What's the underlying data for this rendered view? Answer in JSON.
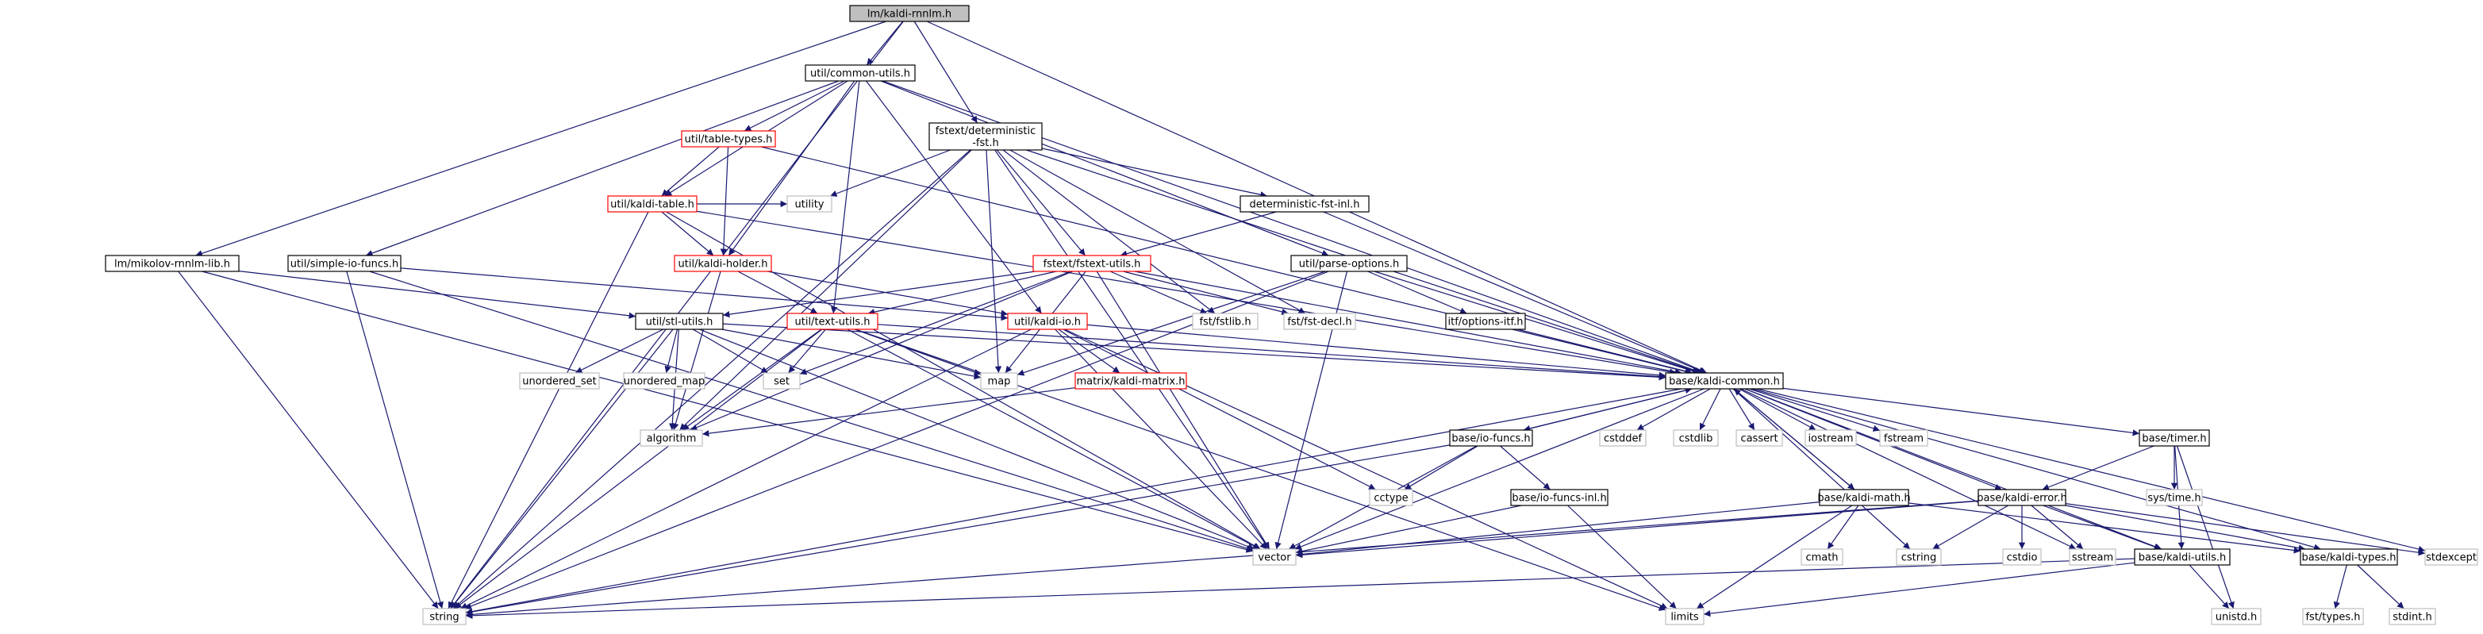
{
  "graph": {
    "nodes": [
      {
        "id": "root",
        "label": "lm/kaldi-rnnlm.h",
        "style": "root"
      },
      {
        "id": "cu",
        "label": "util/common-utils.h",
        "style": "black"
      },
      {
        "id": "dfst",
        "label": "fstext/deterministic-fst.h",
        "style": "black"
      },
      {
        "id": "mik",
        "label": "lm/mikolov-rnnlm-lib.h",
        "style": "black"
      },
      {
        "id": "tt",
        "label": "util/table-types.h",
        "style": "red"
      },
      {
        "id": "kt",
        "label": "util/kaldi-table.h",
        "style": "red"
      },
      {
        "id": "sio",
        "label": "util/simple-io-funcs.h",
        "style": "black"
      },
      {
        "id": "kh",
        "label": "util/kaldi-holder.h",
        "style": "red"
      },
      {
        "id": "utility",
        "label": "utility",
        "style": "gray"
      },
      {
        "id": "dfinl",
        "label": "deterministic-fst-inl.h",
        "style": "black"
      },
      {
        "id": "fu",
        "label": "fstext/fstext-utils.h",
        "style": "red"
      },
      {
        "id": "po",
        "label": "util/parse-options.h",
        "style": "black"
      },
      {
        "id": "stl",
        "label": "util/stl-utils.h",
        "style": "black"
      },
      {
        "id": "txt",
        "label": "util/text-utils.h",
        "style": "red"
      },
      {
        "id": "kio",
        "label": "util/kaldi-io.h",
        "style": "red"
      },
      {
        "id": "fstlib",
        "label": "fst/fstlib.h",
        "style": "gray"
      },
      {
        "id": "fstdecl",
        "label": "fst/fst-decl.h",
        "style": "gray"
      },
      {
        "id": "itf",
        "label": "itf/options-itf.h",
        "style": "black"
      },
      {
        "id": "uset",
        "label": "unordered_set",
        "style": "gray"
      },
      {
        "id": "umap",
        "label": "unordered_map",
        "style": "gray"
      },
      {
        "id": "set",
        "label": "set",
        "style": "gray"
      },
      {
        "id": "map",
        "label": "map",
        "style": "gray"
      },
      {
        "id": "kmat",
        "label": "matrix/kaldi-matrix.h",
        "style": "red"
      },
      {
        "id": "kc",
        "label": "base/kaldi-common.h",
        "style": "black"
      },
      {
        "id": "algo",
        "label": "algorithm",
        "style": "gray"
      },
      {
        "id": "iof",
        "label": "base/io-funcs.h",
        "style": "black"
      },
      {
        "id": "cstddef",
        "label": "cstddef",
        "style": "gray"
      },
      {
        "id": "cstdlib",
        "label": "cstdlib",
        "style": "gray"
      },
      {
        "id": "cassert",
        "label": "cassert",
        "style": "gray"
      },
      {
        "id": "iostream",
        "label": "iostream",
        "style": "gray"
      },
      {
        "id": "fstream",
        "label": "fstream",
        "style": "gray"
      },
      {
        "id": "timer",
        "label": "base/timer.h",
        "style": "black"
      },
      {
        "id": "cctype",
        "label": "cctype",
        "style": "gray"
      },
      {
        "id": "sysTime",
        "label": "sys/time.h",
        "style": "gray"
      },
      {
        "id": "iofinl",
        "label": "base/io-funcs-inl.h",
        "style": "black"
      },
      {
        "id": "kmath",
        "label": "base/kaldi-math.h",
        "style": "black"
      },
      {
        "id": "kerr",
        "label": "base/kaldi-error.h",
        "style": "black"
      },
      {
        "id": "vector",
        "label": "vector",
        "style": "gray"
      },
      {
        "id": "cmath",
        "label": "cmath",
        "style": "gray"
      },
      {
        "id": "cstring",
        "label": "cstring",
        "style": "gray"
      },
      {
        "id": "cstdio",
        "label": "cstdio",
        "style": "gray"
      },
      {
        "id": "sstream",
        "label": "sstream",
        "style": "gray"
      },
      {
        "id": "kutil",
        "label": "base/kaldi-utils.h",
        "style": "black"
      },
      {
        "id": "ktypes",
        "label": "base/kaldi-types.h",
        "style": "black"
      },
      {
        "id": "stdexcept",
        "label": "stdexcept",
        "style": "gray"
      },
      {
        "id": "string",
        "label": "string",
        "style": "gray"
      },
      {
        "id": "limits",
        "label": "limits",
        "style": "gray"
      },
      {
        "id": "unistd",
        "label": "unistd.h",
        "style": "gray"
      },
      {
        "id": "fsttypes",
        "label": "fst/types.h",
        "style": "gray"
      },
      {
        "id": "stdint",
        "label": "stdint.h",
        "style": "gray"
      }
    ],
    "edges": [
      [
        "root",
        "cu"
      ],
      [
        "root",
        "dfst"
      ],
      [
        "root",
        "mik"
      ],
      [
        "root",
        "kc"
      ],
      [
        "root",
        "string"
      ],
      [
        "cu",
        "tt"
      ],
      [
        "cu",
        "kt"
      ],
      [
        "cu",
        "sio"
      ],
      [
        "cu",
        "kh"
      ],
      [
        "cu",
        "po"
      ],
      [
        "cu",
        "txt"
      ],
      [
        "cu",
        "kio"
      ],
      [
        "cu",
        "kc"
      ],
      [
        "dfst",
        "dfinl"
      ],
      [
        "dfst",
        "utility"
      ],
      [
        "dfst",
        "fu"
      ],
      [
        "dfst",
        "fstlib"
      ],
      [
        "dfst",
        "fstdecl"
      ],
      [
        "dfst",
        "algo"
      ],
      [
        "dfst",
        "kc"
      ],
      [
        "dfst",
        "string"
      ],
      [
        "dfst",
        "vector"
      ],
      [
        "dfst",
        "map"
      ],
      [
        "tt",
        "kt"
      ],
      [
        "tt",
        "kh"
      ],
      [
        "tt",
        "kc"
      ],
      [
        "kt",
        "kh"
      ],
      [
        "kt",
        "utility"
      ],
      [
        "kt",
        "vector"
      ],
      [
        "kt",
        "string"
      ],
      [
        "kt",
        "kc"
      ],
      [
        "kh",
        "txt"
      ],
      [
        "kh",
        "kio"
      ],
      [
        "kh",
        "algo"
      ],
      [
        "sio",
        "kio"
      ],
      [
        "sio",
        "string"
      ],
      [
        "sio",
        "vector"
      ],
      [
        "mik",
        "stl"
      ],
      [
        "mik",
        "string"
      ],
      [
        "mik",
        "vector"
      ],
      [
        "dfinl",
        "kc"
      ],
      [
        "dfinl",
        "fu"
      ],
      [
        "fu",
        "fstlib"
      ],
      [
        "fu",
        "fstdecl"
      ],
      [
        "fu",
        "stl"
      ],
      [
        "fu",
        "txt"
      ],
      [
        "fu",
        "kc"
      ],
      [
        "fu",
        "algo"
      ],
      [
        "fu",
        "map"
      ],
      [
        "fu",
        "set"
      ],
      [
        "fu",
        "vector"
      ],
      [
        "po",
        "itf"
      ],
      [
        "po",
        "kc"
      ],
      [
        "po",
        "map"
      ],
      [
        "po",
        "vector"
      ],
      [
        "po",
        "string"
      ],
      [
        "stl",
        "uset"
      ],
      [
        "stl",
        "umap"
      ],
      [
        "stl",
        "set"
      ],
      [
        "stl",
        "map"
      ],
      [
        "stl",
        "algo"
      ],
      [
        "stl",
        "string"
      ],
      [
        "stl",
        "vector"
      ],
      [
        "stl",
        "kc"
      ],
      [
        "txt",
        "set"
      ],
      [
        "txt",
        "map"
      ],
      [
        "txt",
        "algo"
      ],
      [
        "txt",
        "string"
      ],
      [
        "txt",
        "vector"
      ],
      [
        "txt",
        "limits"
      ],
      [
        "txt",
        "kc"
      ],
      [
        "kio",
        "kmat"
      ],
      [
        "kio",
        "kc"
      ],
      [
        "kio",
        "cctype"
      ],
      [
        "kio",
        "vector"
      ],
      [
        "kio",
        "limits"
      ],
      [
        "kio",
        "string"
      ],
      [
        "kmat",
        "algo"
      ],
      [
        "itf",
        "kc"
      ],
      [
        "kc",
        "iof"
      ],
      [
        "kc",
        "cstddef"
      ],
      [
        "kc",
        "cstdlib"
      ],
      [
        "kc",
        "cassert"
      ],
      [
        "kc",
        "iostream"
      ],
      [
        "kc",
        "fstream"
      ],
      [
        "kc",
        "timer"
      ],
      [
        "kc",
        "kmath"
      ],
      [
        "kc",
        "kerr"
      ],
      [
        "kc",
        "kutil"
      ],
      [
        "kc",
        "ktypes"
      ],
      [
        "kc",
        "vector"
      ],
      [
        "kc",
        "string"
      ],
      [
        "kc",
        "cstring"
      ],
      [
        "kc",
        "sstream"
      ],
      [
        "kc",
        "stdexcept"
      ],
      [
        "iof",
        "iofinl"
      ],
      [
        "iof",
        "cctype"
      ],
      [
        "iof",
        "vector"
      ],
      [
        "iof",
        "string"
      ],
      [
        "iof",
        "kc"
      ],
      [
        "iofinl",
        "vector"
      ],
      [
        "iofinl",
        "limits"
      ],
      [
        "timer",
        "kerr"
      ],
      [
        "timer",
        "sysTime"
      ],
      [
        "timer",
        "kutil"
      ],
      [
        "timer",
        "unistd"
      ],
      [
        "kmath",
        "cmath"
      ],
      [
        "kmath",
        "limits"
      ],
      [
        "kmath",
        "vector"
      ],
      [
        "kmath",
        "ktypes"
      ],
      [
        "kmath",
        "kc"
      ],
      [
        "kerr",
        "cstring"
      ],
      [
        "kerr",
        "cstdio"
      ],
      [
        "kerr",
        "sstream"
      ],
      [
        "kerr",
        "stdexcept"
      ],
      [
        "kerr",
        "vector"
      ],
      [
        "kerr",
        "string"
      ],
      [
        "kerr",
        "ktypes"
      ],
      [
        "kerr",
        "kutil"
      ],
      [
        "kutil",
        "limits"
      ],
      [
        "kutil",
        "string"
      ],
      [
        "kutil",
        "unistd"
      ],
      [
        "ktypes",
        "fsttypes"
      ],
      [
        "ktypes",
        "stdint"
      ]
    ]
  }
}
